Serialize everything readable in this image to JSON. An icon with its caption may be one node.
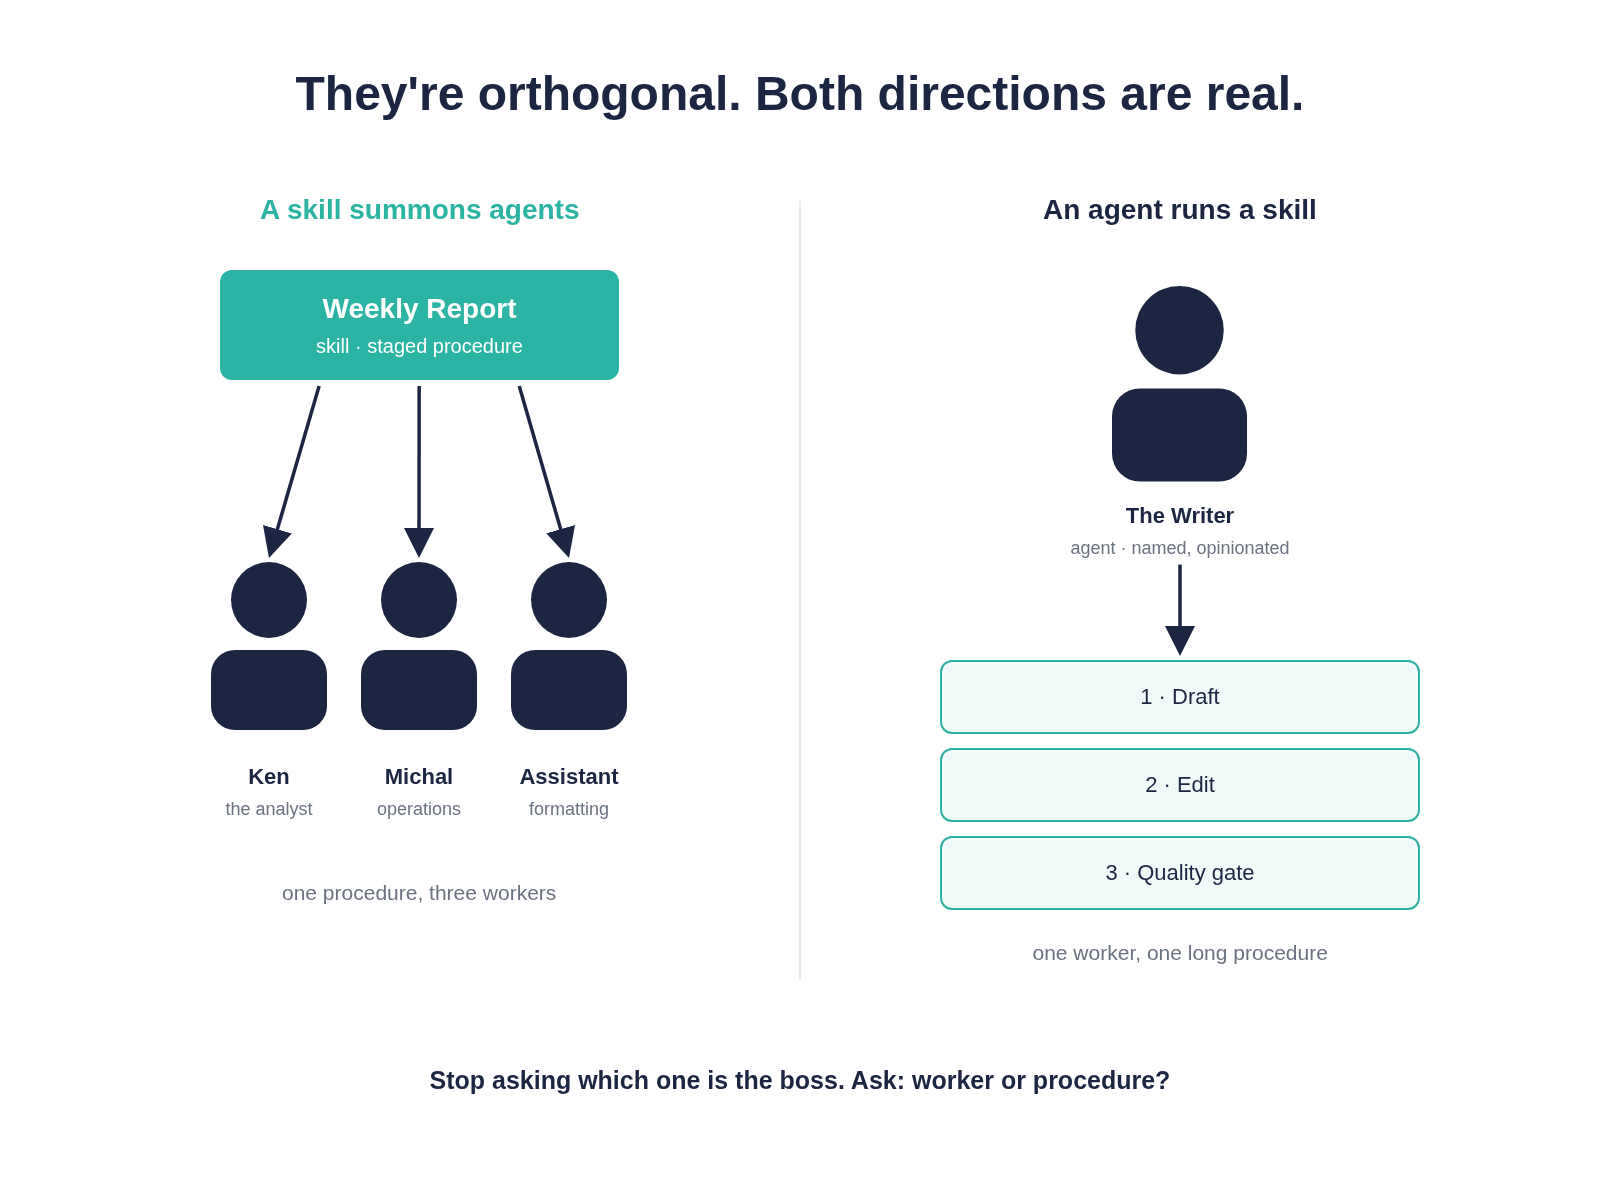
{
  "diagram": {
    "title": "They're orthogonal. Both directions are real.",
    "caption": "Stop asking which one is the boss. Ask: worker or procedure?",
    "nodes": [
      {
        "text": [
          "Weekly Report",
          "skill · staged procedure"
        ]
      },
      {
        "text": [],
        "shape": "person",
        "beside": [
          "Ken",
          "the analyst"
        ]
      },
      {
        "text": [],
        "shape": "person",
        "beside": [
          "Michal",
          "operations"
        ]
      },
      {
        "text": [],
        "shape": "person",
        "beside": [
          "Assistant",
          "formatting"
        ]
      },
      {
        "text": [],
        "shape": "person",
        "beside": [
          "The Writer",
          "agent · named, opinionated"
        ]
      },
      {
        "text": [
          "1 · Draft"
        ]
      },
      {
        "text": [
          "2 · Edit"
        ]
      },
      {
        "text": [
          "3 · Quality gate"
        ]
      }
    ],
    "edges": [
      {
        "from": 0,
        "to": 1,
        "arrow": "to"
      },
      {
        "from": 0,
        "to": 2,
        "arrow": "to"
      },
      {
        "from": 0,
        "to": 3,
        "arrow": "to"
      },
      {
        "from": 4,
        "to": 5,
        "arrow": "to"
      }
    ],
    "labels": [
      "A skill summons agents",
      "An agent runs a skill",
      "one procedure, three workers",
      "one worker, one long procedure"
    ]
  }
}
